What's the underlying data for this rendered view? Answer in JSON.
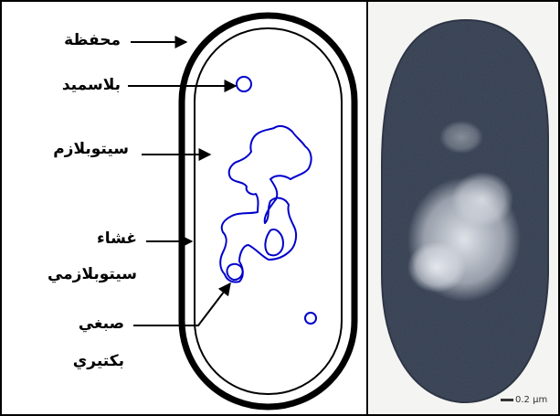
{
  "diagram": {
    "labels": {
      "capsule": "محفظة",
      "plasmid": "بلاسميد",
      "cytoplasm": "سيتوبلازم",
      "membrane_line1": "غشاء",
      "membrane_line2": "سيتوبلازمي",
      "chromosome_line1": "صبغي",
      "chromosome_line2": "بكتيري"
    },
    "colors": {
      "outline": "#000000",
      "structures": "#0000cc"
    }
  },
  "micrograph": {
    "scale_bar": "0.2 µm"
  }
}
